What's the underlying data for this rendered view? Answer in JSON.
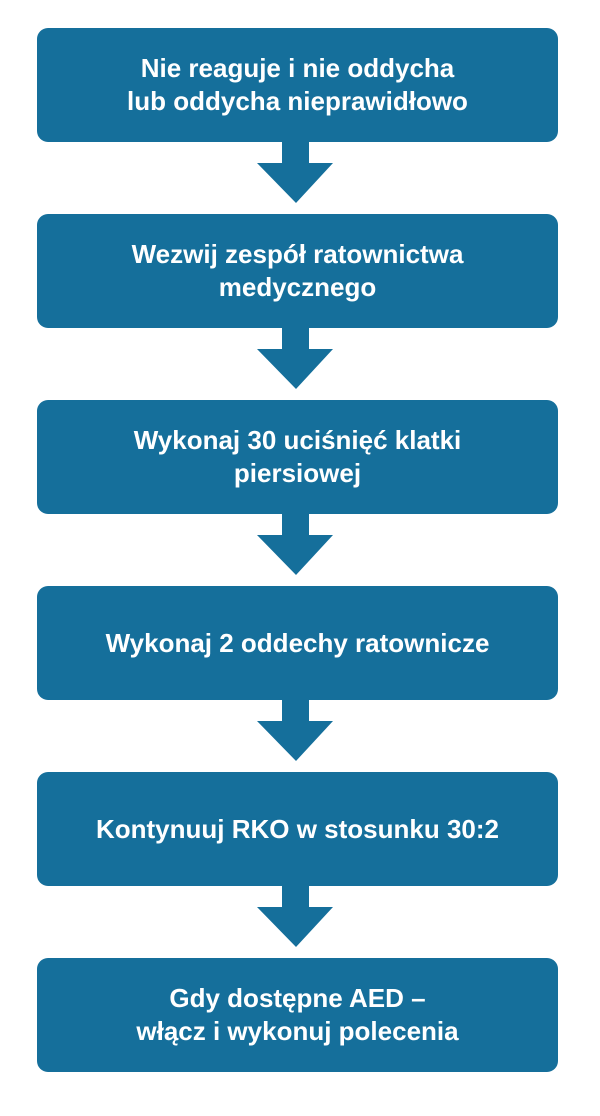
{
  "colors": {
    "box": "#156f9b",
    "text": "#ffffff"
  },
  "steps": [
    {
      "lines": [
        "Nie reaguje i nie oddycha",
        "lub oddycha nieprawidłowo"
      ]
    },
    {
      "lines": [
        "Wezwij zespół ratownictwa",
        "medycznego"
      ]
    },
    {
      "lines": [
        "Wykonaj 30 uciśnięć klatki",
        "piersiowej"
      ]
    },
    {
      "lines": [
        "Wykonaj 2 oddechy ratownicze"
      ]
    },
    {
      "lines": [
        "Kontynuuj RKO w stosunku 30:2"
      ]
    },
    {
      "lines": [
        "Gdy dostępne AED –",
        "włącz i wykonuj polecenia"
      ]
    }
  ]
}
